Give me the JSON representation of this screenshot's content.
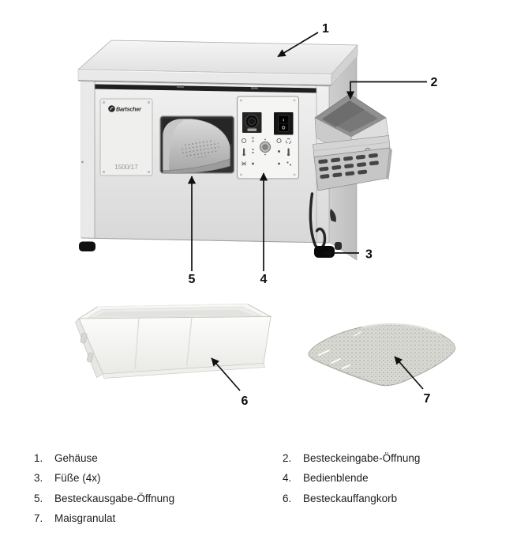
{
  "figure": {
    "machine": {
      "brand": "Bartscher",
      "model": "1500/17"
    },
    "callouts": [
      {
        "num": "1"
      },
      {
        "num": "2"
      },
      {
        "num": "3"
      },
      {
        "num": "4"
      },
      {
        "num": "5"
      },
      {
        "num": "6"
      },
      {
        "num": "7"
      }
    ]
  },
  "legend": {
    "items": [
      {
        "num": "1.",
        "label": "Gehäuse"
      },
      {
        "num": "2.",
        "label": "Besteckeingabe-Öffnung"
      },
      {
        "num": "3.",
        "label": "Füße (4x)"
      },
      {
        "num": "4.",
        "label": "Bedienblende"
      },
      {
        "num": "5.",
        "label": "Besteckausgabe-Öffnung"
      },
      {
        "num": "6.",
        "label": "Besteckauffangkorb"
      },
      {
        "num": "7.",
        "label": "Maisgranulat"
      }
    ]
  }
}
